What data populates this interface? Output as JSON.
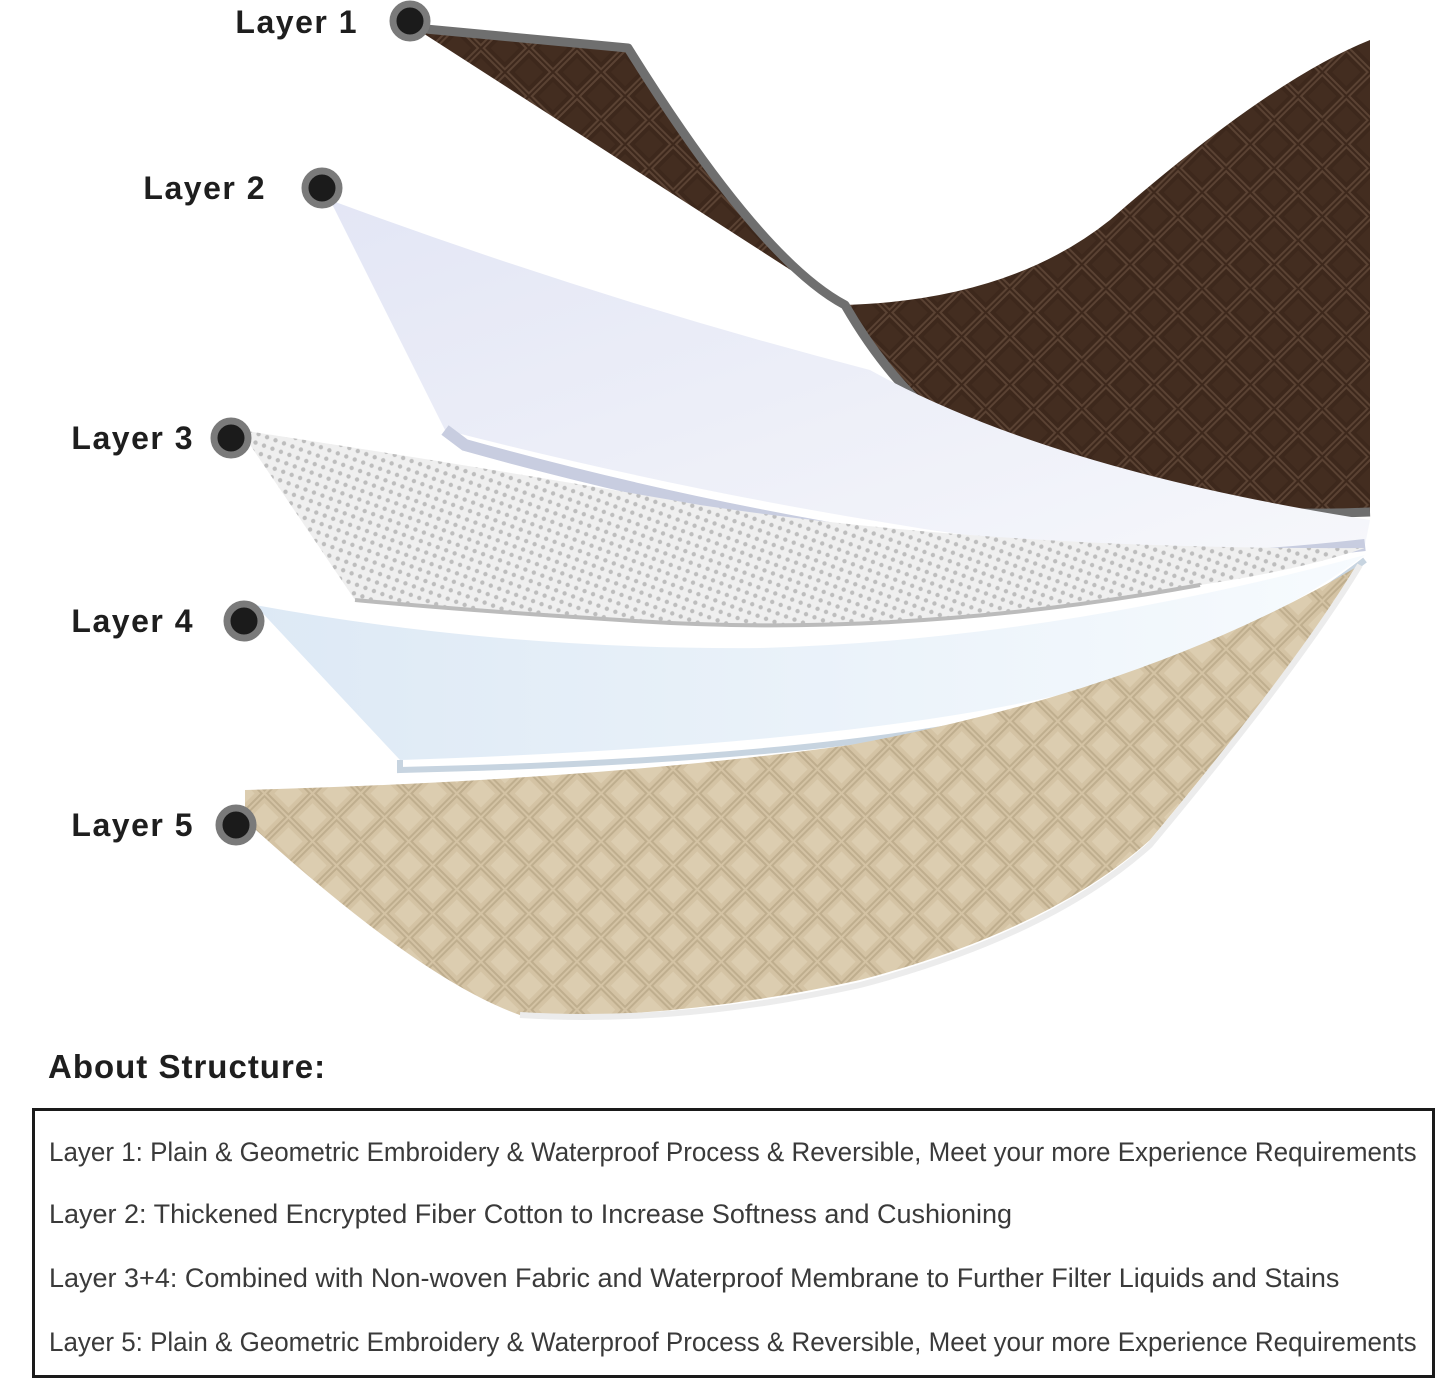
{
  "diagram": {
    "layers": [
      {
        "label": "Layer 1",
        "material": "brown quilted fabric",
        "color": "#3f2a1e"
      },
      {
        "label": "Layer 2",
        "material": "fiber cotton",
        "color": "#eef0f7"
      },
      {
        "label": "Layer 3",
        "material": "non-woven fabric",
        "color": "#e4e4e4"
      },
      {
        "label": "Layer 4",
        "material": "waterproof membrane",
        "color": "#e6f0f8"
      },
      {
        "label": "Layer 5",
        "material": "beige quilted fabric",
        "color": "#d6c6a8"
      }
    ]
  },
  "about": {
    "title": "About Structure:",
    "lines": [
      "Layer 1: Plain & Geometric Embroidery & Waterproof Process & Reversible, Meet your more Experience Requirements",
      "Layer 2: Thickened Encrypted Fiber Cotton to Increase Softness and Cushioning",
      "Layer 3+4: Combined with Non-woven Fabric and Waterproof Membrane to Further Filter Liquids and Stains",
      "Layer 5: Plain & Geometric Embroidery & Waterproof Process & Reversible, Meet your more Experience Requirements"
    ]
  }
}
